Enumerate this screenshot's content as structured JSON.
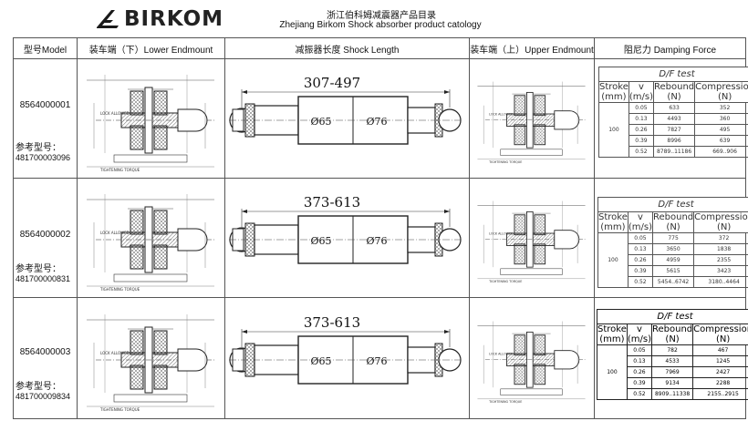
{
  "header": {
    "logo_text": "BIRKOM",
    "title_cn": "浙江伯科姆减震器产品目录",
    "title_en": "Zhejiang Birkom Shock absorber product catology"
  },
  "columns": {
    "model": "型号Model",
    "lower": "装车端（下）Lower Endmount",
    "length": "减振器长度 Shock Length",
    "upper": "装车端（上）Upper Endmount",
    "damping": "阻尼力 Damping Force"
  },
  "ref_label": "参考型号：",
  "dia_left": "Ø65",
  "dia_right": "Ø76",
  "df_title": "D/F test",
  "df_headers": [
    "Stroke (mm)",
    "v (m/s)",
    "Rebound (N)",
    "Compression (N)"
  ],
  "products": [
    {
      "model": "8564000001",
      "ref": "481700003096",
      "length": "307-497",
      "df": {
        "stroke": "100",
        "rows": [
          [
            "0.05",
            "633",
            "352"
          ],
          [
            "0.13",
            "4493",
            "360"
          ],
          [
            "0.26",
            "7827",
            "495"
          ],
          [
            "0.39",
            "8996",
            "639"
          ],
          [
            "0.52",
            "8789..11186",
            "669..906"
          ]
        ]
      }
    },
    {
      "model": "8564000002",
      "ref": "481700000831",
      "length": "373-613",
      "df": {
        "stroke": "100",
        "rows": [
          [
            "0.05",
            "775",
            "372"
          ],
          [
            "0.13",
            "3650",
            "1838"
          ],
          [
            "0.26",
            "4959",
            "2355"
          ],
          [
            "0.39",
            "5615",
            "3423"
          ],
          [
            "0.52",
            "5454..6742",
            "3180..4464"
          ]
        ]
      }
    },
    {
      "model": "8564000003",
      "ref": "481700009834",
      "length": "373-613",
      "df": {
        "stroke": "100",
        "rows": [
          [
            "0.05",
            "782",
            "467"
          ],
          [
            "0.13",
            "4533",
            "1245"
          ],
          [
            "0.26",
            "7969",
            "2427"
          ],
          [
            "0.39",
            "9134",
            "2288"
          ],
          [
            "0.52",
            "8909..11338",
            "2155..2915"
          ]
        ]
      }
    }
  ]
}
